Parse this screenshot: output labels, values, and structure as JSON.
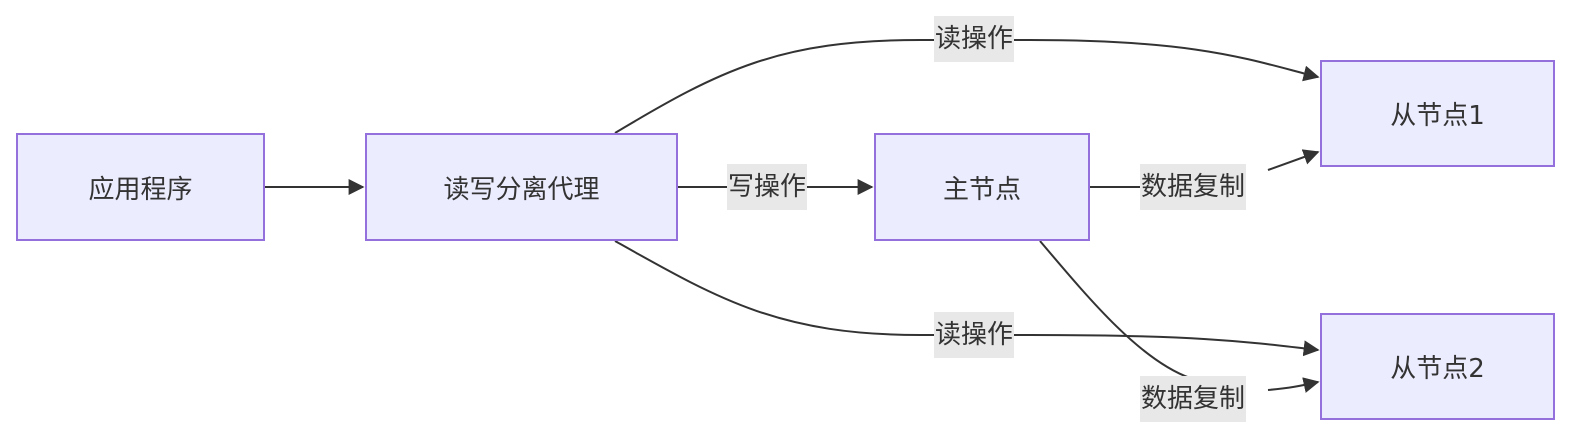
{
  "diagram": {
    "type": "flowchart",
    "direction": "LR",
    "colors": {
      "node_fill": "#ececff",
      "node_stroke": "#9370db",
      "edge": "#333333",
      "label_bg": "#e8e8e8",
      "text": "#333333"
    },
    "nodes": {
      "app": {
        "label": "应用程序"
      },
      "proxy": {
        "label": "读写分离代理"
      },
      "master": {
        "label": "主节点"
      },
      "slave1": {
        "label": "从节点1"
      },
      "slave2": {
        "label": "从节点2"
      }
    },
    "edges": [
      {
        "from": "app",
        "to": "proxy",
        "label": ""
      },
      {
        "from": "proxy",
        "to": "master",
        "label": "写操作"
      },
      {
        "from": "proxy",
        "to": "slave1",
        "label": "读操作"
      },
      {
        "from": "proxy",
        "to": "slave2",
        "label": "读操作"
      },
      {
        "from": "master",
        "to": "slave1",
        "label": "数据复制"
      },
      {
        "from": "master",
        "to": "slave2",
        "label": "数据复制"
      }
    ]
  }
}
